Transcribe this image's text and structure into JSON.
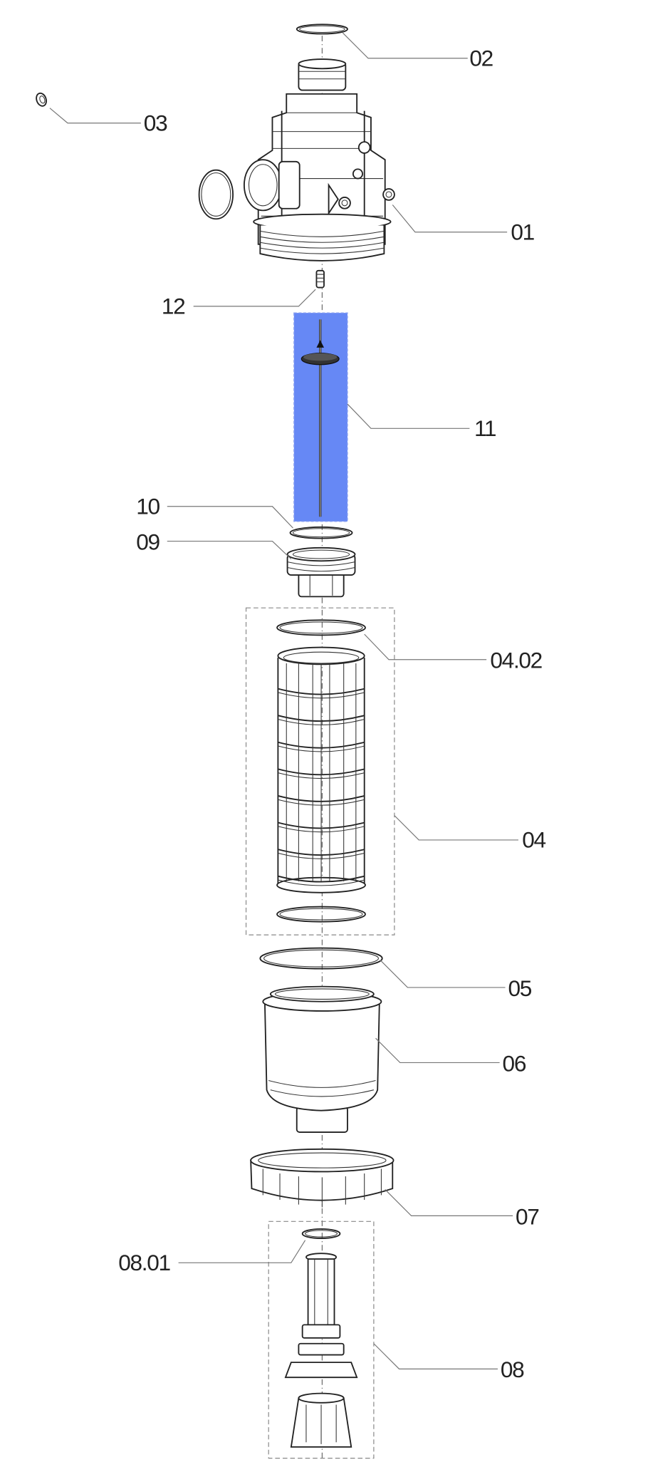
{
  "highlight_color": "#6688f5",
  "parts": {
    "p01": "01",
    "p02": "02",
    "p03": "03",
    "p04": "04",
    "p0402": "04.02",
    "p05": "05",
    "p06": "06",
    "p07": "07",
    "p08": "08",
    "p0801": "08.01",
    "p09": "09",
    "p10": "10",
    "p11": "11",
    "p12": "12"
  }
}
